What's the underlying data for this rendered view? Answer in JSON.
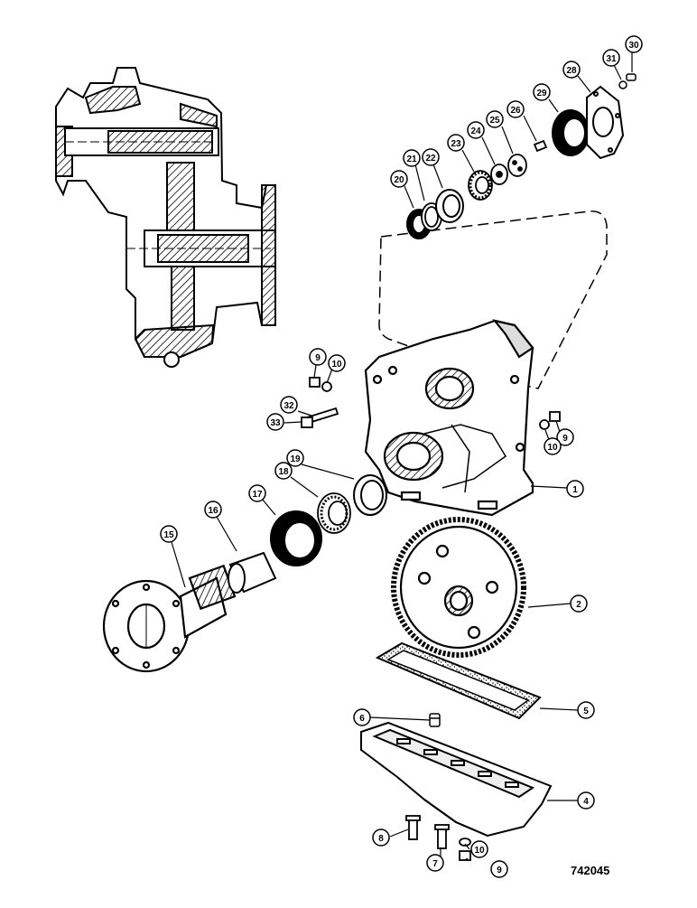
{
  "figure_id": "742045",
  "callouts": [
    {
      "id": "c1",
      "label": "1"
    },
    {
      "id": "c2",
      "label": "2"
    },
    {
      "id": "c4",
      "label": "4"
    },
    {
      "id": "c5",
      "label": "5"
    },
    {
      "id": "c6",
      "label": "6"
    },
    {
      "id": "c7",
      "label": "7"
    },
    {
      "id": "c8",
      "label": "8"
    },
    {
      "id": "c9a",
      "label": "9"
    },
    {
      "id": "c9b",
      "label": "9"
    },
    {
      "id": "c9c",
      "label": "9"
    },
    {
      "id": "c10a",
      "label": "10"
    },
    {
      "id": "c10b",
      "label": "10"
    },
    {
      "id": "c10c",
      "label": "10"
    },
    {
      "id": "c15",
      "label": "15"
    },
    {
      "id": "c16",
      "label": "16"
    },
    {
      "id": "c17",
      "label": "17"
    },
    {
      "id": "c18",
      "label": "18"
    },
    {
      "id": "c19",
      "label": "19"
    },
    {
      "id": "c20",
      "label": "20"
    },
    {
      "id": "c21",
      "label": "21"
    },
    {
      "id": "c22",
      "label": "22"
    },
    {
      "id": "c23",
      "label": "23"
    },
    {
      "id": "c24",
      "label": "24"
    },
    {
      "id": "c25",
      "label": "25"
    },
    {
      "id": "c26",
      "label": "26"
    },
    {
      "id": "c28",
      "label": "28"
    },
    {
      "id": "c29",
      "label": "29"
    },
    {
      "id": "c30",
      "label": "30"
    },
    {
      "id": "c31",
      "label": "31"
    },
    {
      "id": "c32",
      "label": "32"
    },
    {
      "id": "c33",
      "label": "33"
    }
  ]
}
